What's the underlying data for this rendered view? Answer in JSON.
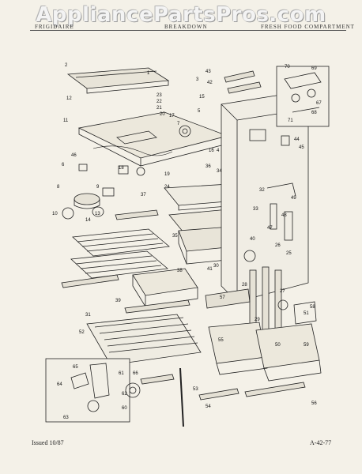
{
  "header": {
    "watermark": "AppliancePartsPros.com",
    "left": "FRIGIDAIRE",
    "middle": "BREAKDOWN",
    "right": "FRESH FOOD COMPARTMENT"
  },
  "footer": {
    "issued": "Issued 10/87",
    "code": "A-42-77"
  },
  "callouts": [
    "1",
    "2",
    "3",
    "4",
    "5",
    "6",
    "7",
    "8",
    "9",
    "10",
    "11",
    "12",
    "13",
    "14",
    "15",
    "16",
    "17",
    "18",
    "19",
    "20",
    "21",
    "22",
    "23",
    "24",
    "25",
    "26",
    "27",
    "28",
    "29",
    "30",
    "31",
    "32",
    "33",
    "34",
    "35",
    "36",
    "37",
    "38",
    "39",
    "40",
    "41",
    "42",
    "43",
    "44",
    "45",
    "46",
    "47",
    "48",
    "49",
    "50",
    "51",
    "52",
    "53",
    "54",
    "55",
    "56",
    "57",
    "58",
    "59",
    "60",
    "61",
    "62",
    "63",
    "64",
    "65",
    "66",
    "67",
    "68",
    "69",
    "70",
    "71"
  ]
}
